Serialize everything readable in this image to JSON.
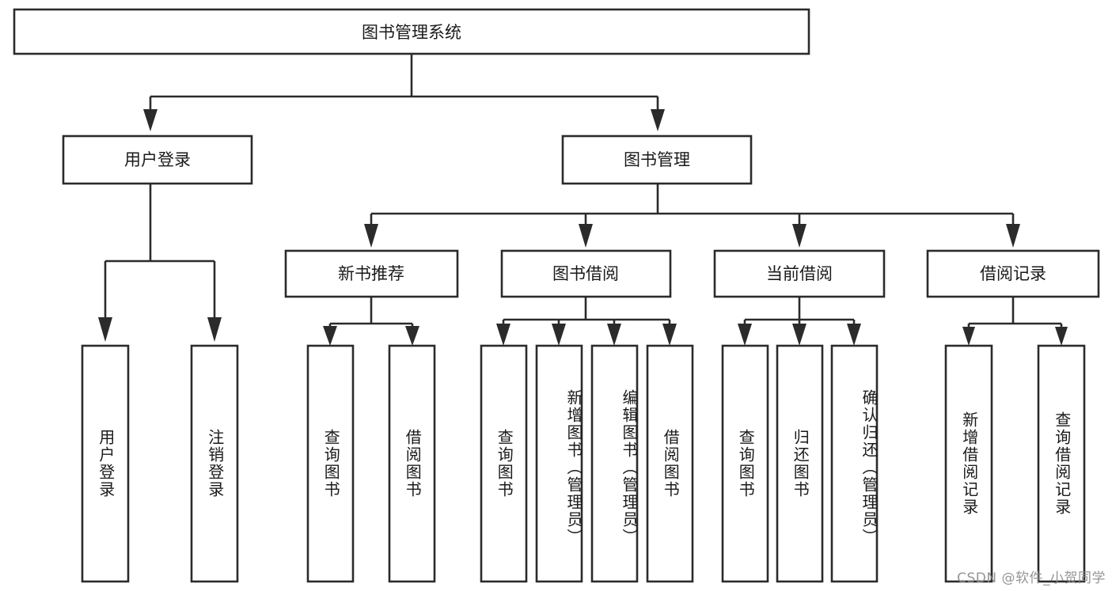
{
  "diagram": {
    "type": "tree-hierarchy-diagram",
    "title": "图书管理系统",
    "watermark": "CSDN @软件_小贺同学",
    "colors": {
      "stroke": "#2b2b2b",
      "fill": "#ffffff",
      "text": "#1a1a1a",
      "background": "#ffffff",
      "watermark": "#8d8d8d"
    },
    "root": {
      "label": "图书管理系统"
    },
    "level2": [
      {
        "label": "用户登录"
      },
      {
        "label": "图书管理"
      }
    ],
    "level3": [
      {
        "label": "新书推荐"
      },
      {
        "label": "图书借阅"
      },
      {
        "label": "当前借阅"
      },
      {
        "label": "借阅记录"
      }
    ],
    "leaves": {
      "user_login": [
        {
          "label": "用户登录"
        },
        {
          "label": "注销登录"
        }
      ],
      "new_book_recommend": [
        {
          "label": "查询图书"
        },
        {
          "label": "借阅图书"
        }
      ],
      "book_borrow": [
        {
          "label": "查询图书"
        },
        {
          "label": "新增图书（管理员）"
        },
        {
          "label": "编辑图书（管理员）"
        },
        {
          "label": "借阅图书"
        }
      ],
      "current_borrow": [
        {
          "label": "查询图书"
        },
        {
          "label": "归还图书"
        },
        {
          "label": "确认归还（管理员）"
        }
      ],
      "borrow_records": [
        {
          "label": "新增借阅记录"
        },
        {
          "label": "查询借阅记录"
        }
      ]
    }
  }
}
